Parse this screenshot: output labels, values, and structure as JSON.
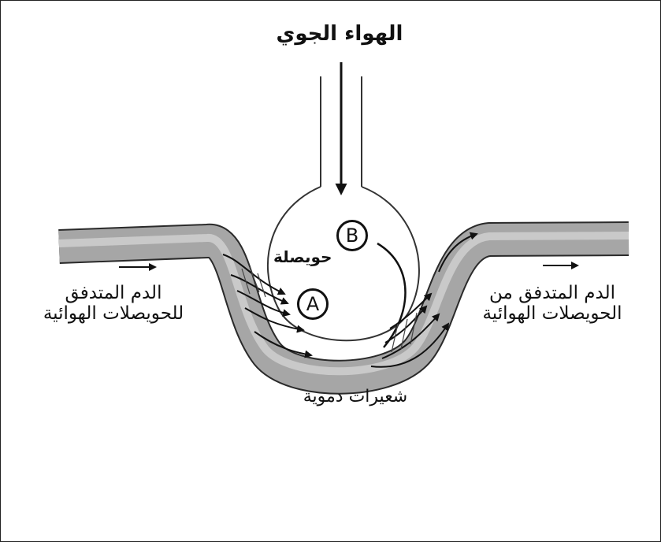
{
  "labels": {
    "atmospheric_air": "الهواء الجوي",
    "alveolus": "حويصلة",
    "blood_to_alveoli_line1": "الدم المتدفق",
    "blood_to_alveoli_line2": "للحويصلات الهوائية",
    "blood_from_alveoli_line1": "الدم المتدفق من",
    "blood_from_alveoli_line2": "الحويصلات الهوائية",
    "capillaries": "شعيرات دموية"
  },
  "markers": {
    "a": "A",
    "b": "B"
  }
}
